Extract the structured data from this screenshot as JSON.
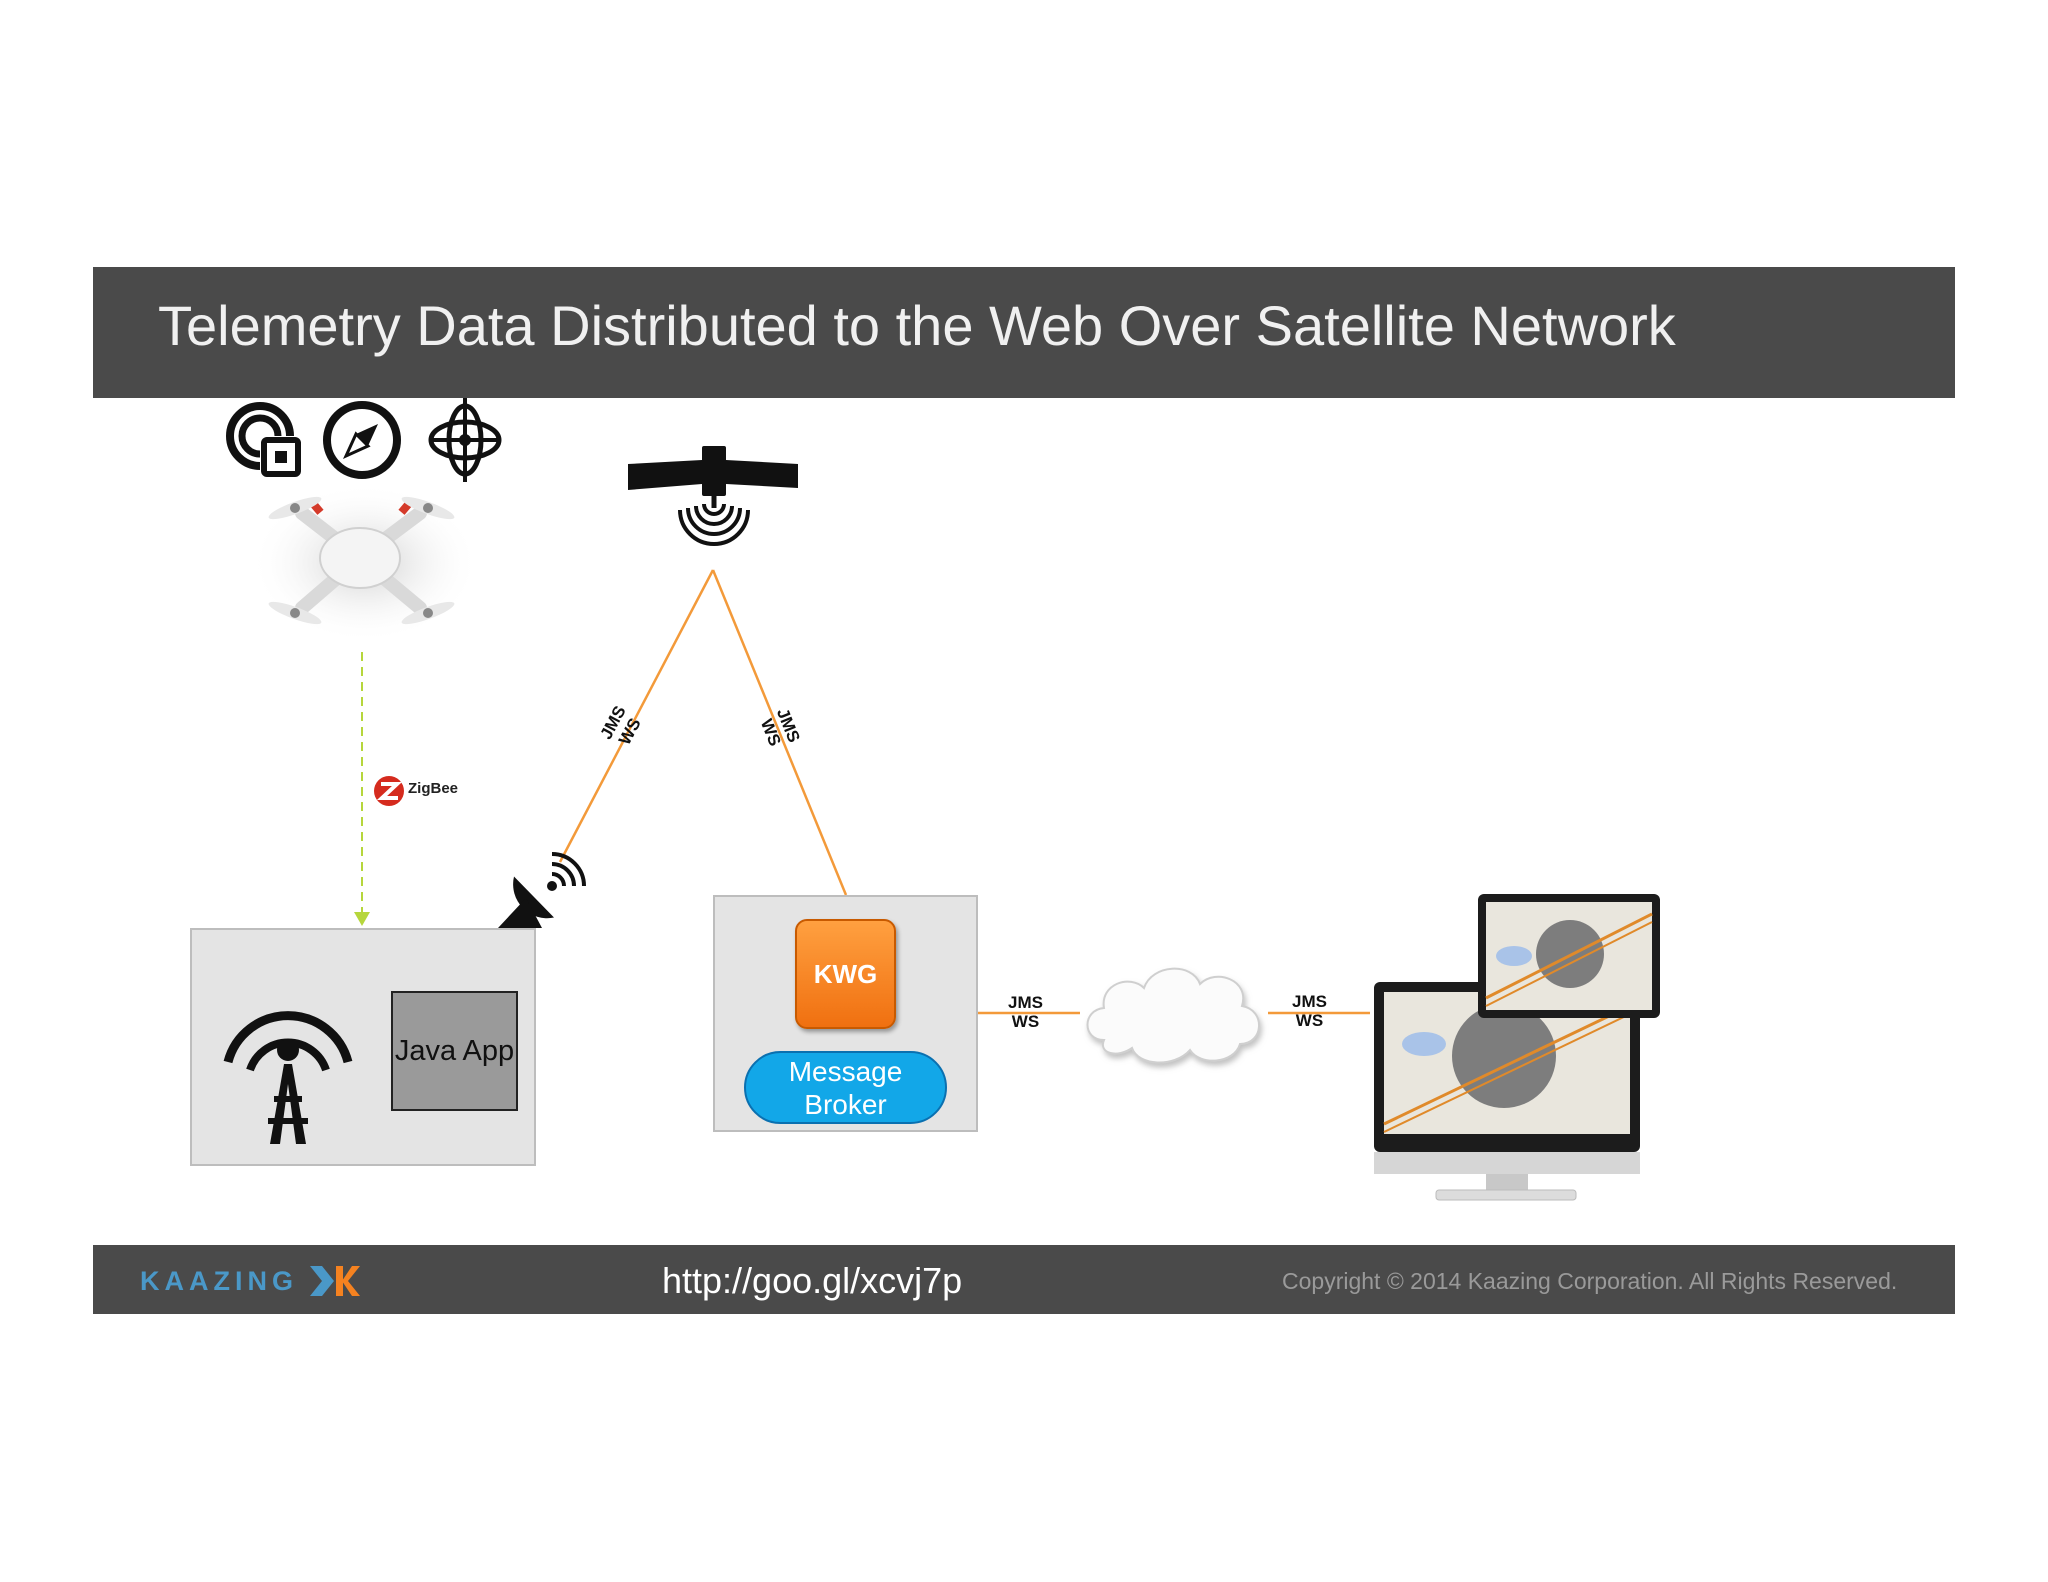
{
  "slide": {
    "title": "Telemetry Data Distributed to the Web Over Satellite Network",
    "footer_url": "http://goo.gl/xcvj7p",
    "copyright": "Copyright © 2014 Kaazing Corporation. All Rights Reserved.",
    "brand": "KAAZING"
  },
  "diagram": {
    "java_app": "Java App",
    "kwg": "KWG",
    "message_broker": "Message Broker",
    "zigbee": "ZigBee",
    "link_jms": "JMS",
    "link_ws": "WS"
  },
  "colors": {
    "title_bar": "#4a4a4a",
    "link_orange": "#f39a3a",
    "zigbee_green": "#b6d63c",
    "kwg_orange": "#f58220",
    "broker_blue": "#12a7e8",
    "brand_blue": "#4a98c8",
    "brand_orange": "#f58220"
  },
  "icons": [
    "rfid-icon",
    "compass-icon",
    "gyroscope-icon",
    "drone-image",
    "satellite-icon",
    "satellite-dish-icon",
    "radio-tower-icon",
    "cloud-icon",
    "computer-displays-image"
  ]
}
